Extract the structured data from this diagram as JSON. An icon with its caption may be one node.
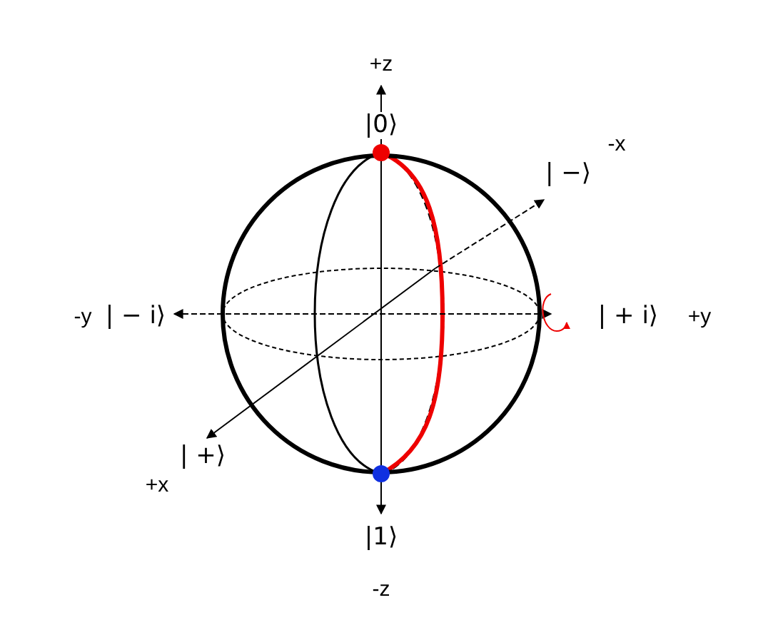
{
  "diagram": {
    "labels": [
      "+z",
      "|0⟩",
      "| −⟩",
      "-x",
      "-y",
      "| − i⟩",
      "| + i⟩",
      "+y",
      "| +⟩",
      "+x",
      "|1⟩",
      "-z"
    ]
  }
}
